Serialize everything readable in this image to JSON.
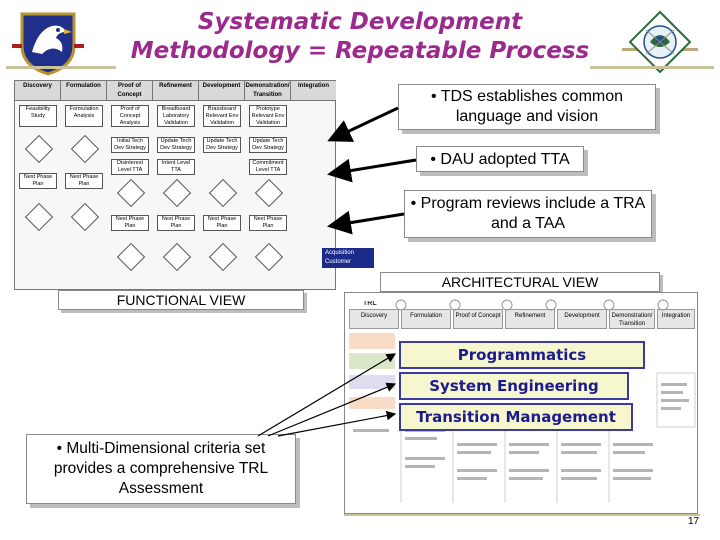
{
  "title": {
    "line1": "Systematic Development",
    "line2": "Methodology = Repeatable Process"
  },
  "callouts": {
    "tds": "• TDS establishes common language and vision",
    "dau": "• DAU adopted TTA",
    "program_reviews": "• Program reviews include a TRA and a TAA",
    "multi_dim": "• Multi-Dimensional criteria set provides a comprehensive TRL Assessment"
  },
  "labels": {
    "functional_view": "FUNCTIONAL VIEW",
    "architectural_view": "ARCHITECTURAL VIEW"
  },
  "functional": {
    "headers": [
      "Discovery",
      "Formulation",
      "Proof of Concept",
      "Refinement",
      "Development",
      "Demonstration/ Transition",
      "Integration"
    ],
    "row1": [
      "Feasibility Study",
      "Formulation Analysis",
      "Proof of Concept Analysis",
      "Breadboard Laboratory Validation",
      "Brassboard Relevant Env Validation",
      "Prototype Relevant Env Validation"
    ],
    "row2": [
      "Initial Tech Dev Strategy",
      "Update Tech Dev Strategy",
      "Update Tech Dev Strategy",
      "Update Tech Dev Strategy"
    ],
    "row3": [
      "Disinterest Level TTA",
      "Intent Level TTA",
      "Commitment Level TTA"
    ],
    "next_phase_left": [
      "Next Phase Plan",
      "Next Phase Plan"
    ],
    "next_phase_right": [
      "Next Phase Plan",
      "Next Phase Plan",
      "Next Phase Plan",
      "Next Phase Plan"
    ],
    "acquisition_customer": "Acquisition Customer"
  },
  "architectural": {
    "trl_label": "TRL",
    "headers": [
      "Discovery",
      "Formulation",
      "Proof of Concept",
      "Refinement",
      "Development",
      "Demonstration/ Transition",
      "Integration"
    ],
    "bands": [
      "Programmatics",
      "System Engineering",
      "Transition Management"
    ]
  },
  "footer": {
    "page_number": "17"
  }
}
